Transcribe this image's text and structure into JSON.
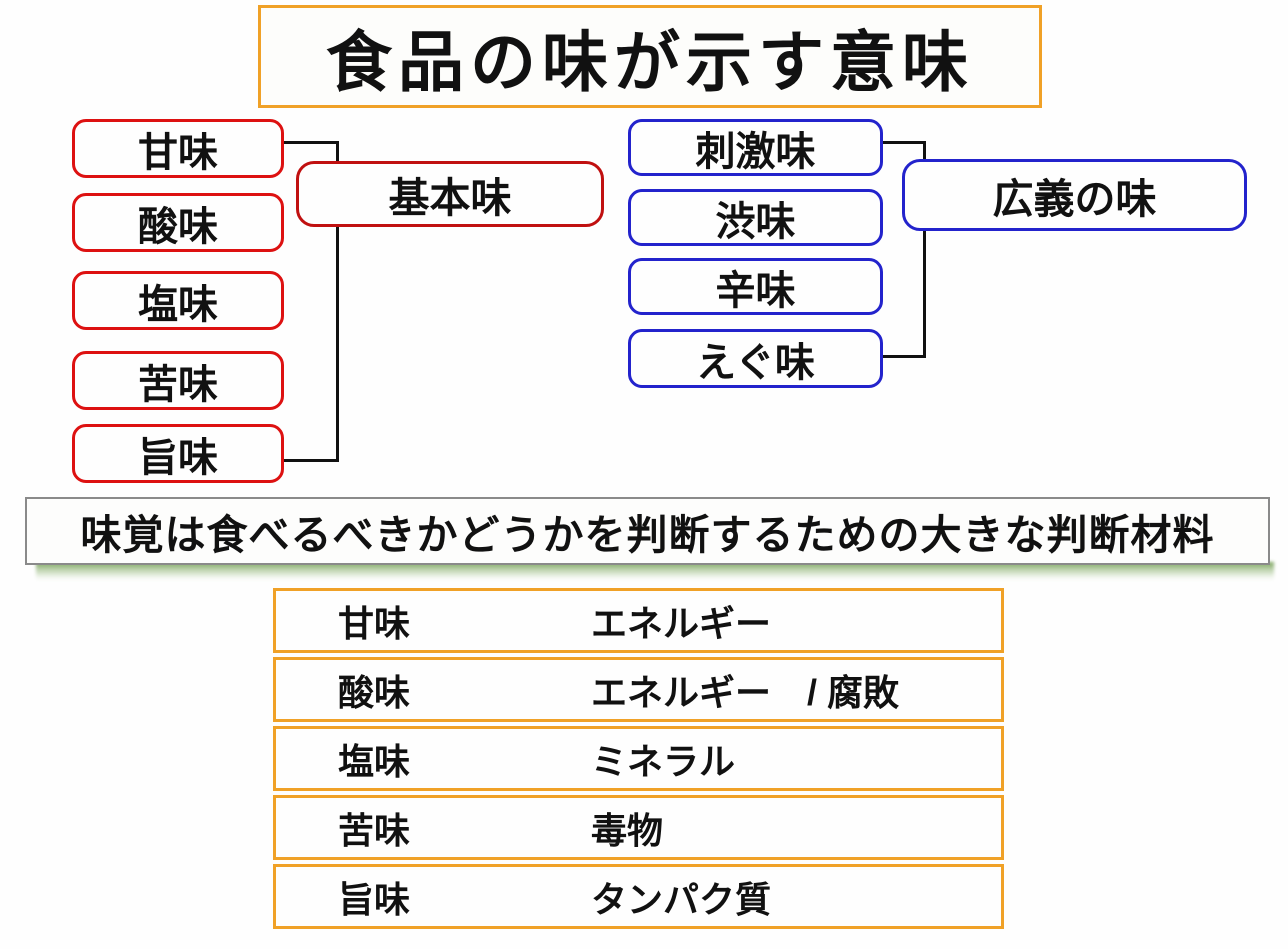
{
  "title": {
    "text": "食品の味が示す意味"
  },
  "basic_tastes": {
    "label": "基本味",
    "items": [
      "甘味",
      "酸味",
      "塩味",
      "苦味",
      "旨味"
    ]
  },
  "broad_tastes": {
    "label": "広義の味",
    "items": [
      "刺激味",
      "渋味",
      "辛味",
      "えぐ味"
    ]
  },
  "banner": {
    "text": "味覚は食べるべきかどうかを判断するための大きな判断材料"
  },
  "meaning_table": {
    "rows": [
      {
        "taste": "甘味",
        "meaning": "エネルギー"
      },
      {
        "taste": "酸味",
        "meaning": "エネルギー　/ 腐敗"
      },
      {
        "taste": "塩味",
        "meaning": "ミネラル"
      },
      {
        "taste": "苦味",
        "meaning": "毒物"
      },
      {
        "taste": "旨味",
        "meaning": "タンパク質"
      }
    ]
  },
  "colors": {
    "red_border": "#dd1111",
    "dark_red_border": "#c01010",
    "blue_border": "#2323cc",
    "orange_border": "#f0a127",
    "connector_black": "#111111",
    "banner_border": "#8a8a8a",
    "shadow_green": "#7fa862"
  }
}
